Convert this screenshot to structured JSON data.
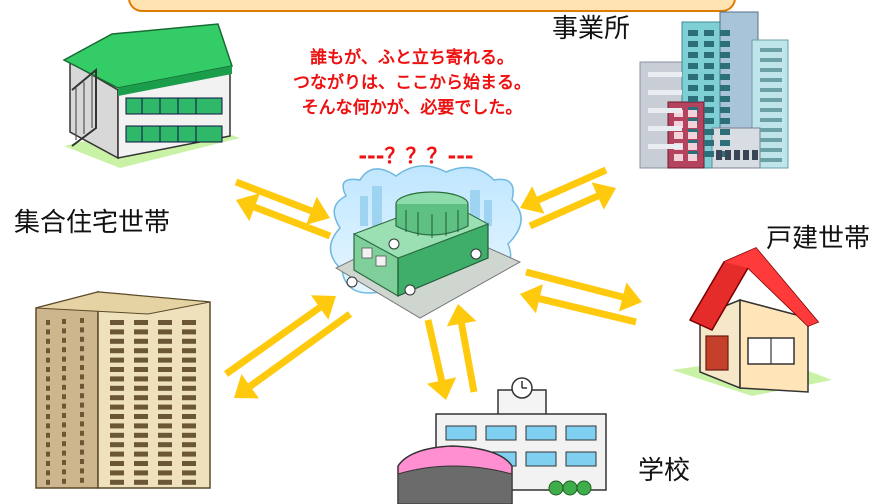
{
  "labels": {
    "office": "事業所",
    "apartment": "集合住宅世帯",
    "house": "戸建世帯",
    "school": "学校"
  },
  "catchcopy": {
    "line1": "誰もが、ふと立ち寄れる。",
    "line2": "つながりは、ここから始まる。",
    "line3": "そんな何かが、必要でした。",
    "question": "---？？？---"
  },
  "colors": {
    "arrow": "#ffc90e",
    "catch_text": "#ee1111",
    "banner_border": "#e07b00",
    "banner_fill": "#ffe3b3"
  },
  "icons": {
    "center": "community-center-icon",
    "apartment_low": "apartment-building-icon",
    "apartment_tower": "tower-apartment-icon",
    "office": "office-buildings-icon",
    "house": "house-icon",
    "school": "school-icon"
  }
}
